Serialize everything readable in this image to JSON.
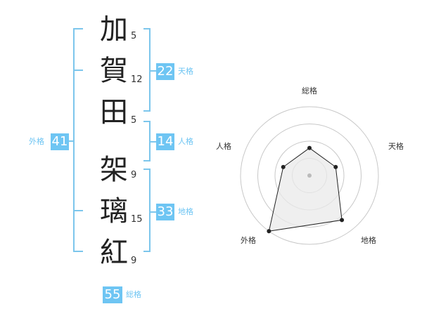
{
  "name": {
    "characters": [
      {
        "char": "加",
        "strokes": "5"
      },
      {
        "char": "賀",
        "strokes": "12"
      },
      {
        "char": "田",
        "strokes": "5"
      },
      {
        "char": "架",
        "strokes": "9"
      },
      {
        "char": "璃",
        "strokes": "15"
      },
      {
        "char": "紅",
        "strokes": "9"
      }
    ]
  },
  "fortunes": {
    "tenkaku": {
      "value": "22",
      "label": "天格"
    },
    "jinkaku": {
      "value": "14",
      "label": "人格"
    },
    "chikaku": {
      "value": "33",
      "label": "地格"
    },
    "gaikaku": {
      "value": "41",
      "label": "外格"
    },
    "soukaku": {
      "value": "55",
      "label": "総格"
    }
  },
  "radar": {
    "axes": [
      "総格",
      "天格",
      "地格",
      "外格",
      "人格"
    ],
    "values": [
      2,
      2,
      4,
      5,
      2
    ],
    "max": 5,
    "rings": 4,
    "colors": {
      "ring": "#c8c8c8",
      "line": "#222222",
      "fill": "#e9e9e9",
      "center": "#bbbbbb"
    }
  },
  "colors": {
    "accent": "#6ec5f3",
    "bracket": "#7cc6ec"
  }
}
